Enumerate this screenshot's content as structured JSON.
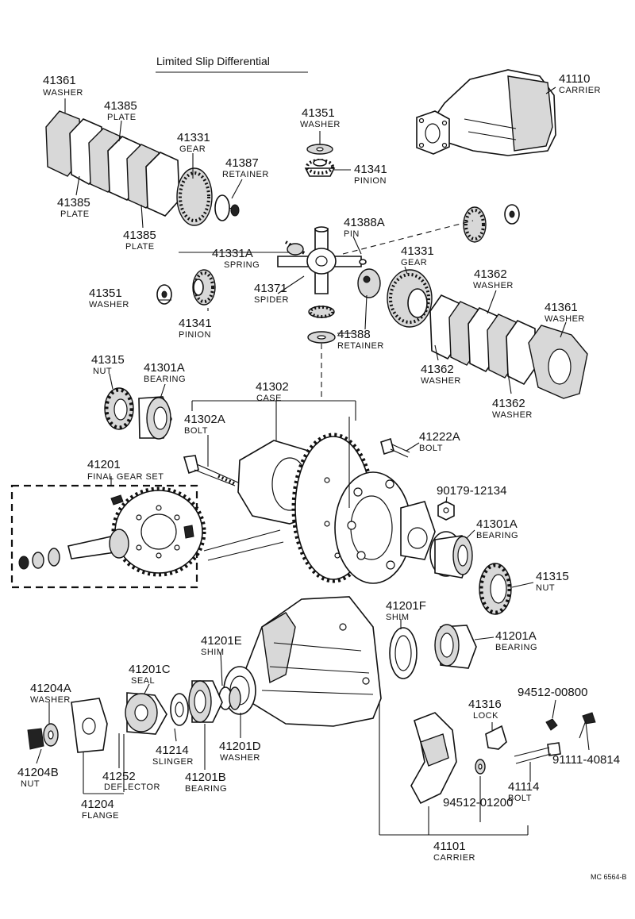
{
  "title": "Limited Slip Differential",
  "reference": "MC 6564-B",
  "callouts": [
    {
      "id": "c41361a",
      "number": "41361",
      "name": "WASHER"
    },
    {
      "id": "c41385a",
      "number": "41385",
      "name": "PLATE"
    },
    {
      "id": "c41331a",
      "number": "41331",
      "name": "GEAR"
    },
    {
      "id": "c41387",
      "number": "41387",
      "name": "RETAINER"
    },
    {
      "id": "c41385b",
      "number": "41385",
      "name": "PLATE"
    },
    {
      "id": "c41385c",
      "number": "41385",
      "name": "PLATE"
    },
    {
      "id": "c41351a",
      "number": "41351",
      "name": "WASHER"
    },
    {
      "id": "c41341a",
      "number": "41341",
      "name": "PINION"
    },
    {
      "id": "c41110",
      "number": "41110",
      "name": "CARRIER"
    },
    {
      "id": "c41388a",
      "number": "41388A",
      "name": "PIN"
    },
    {
      "id": "c41331A",
      "number": "41331A",
      "name": "SPRING"
    },
    {
      "id": "c41331b",
      "number": "41331",
      "name": "GEAR"
    },
    {
      "id": "c41362a",
      "number": "41362",
      "name": "WASHER"
    },
    {
      "id": "c41351b",
      "number": "41351",
      "name": "WASHER"
    },
    {
      "id": "c41371",
      "number": "41371",
      "name": "SPIDER"
    },
    {
      "id": "c41361b",
      "number": "41361",
      "name": "WASHER"
    },
    {
      "id": "c41341b",
      "number": "41341",
      "name": "PINION"
    },
    {
      "id": "c41388",
      "number": "41388",
      "name": "RETAINER"
    },
    {
      "id": "c41362b",
      "number": "41362",
      "name": "WASHER"
    },
    {
      "id": "c41362c",
      "number": "41362",
      "name": "WASHER"
    },
    {
      "id": "c41315a",
      "number": "41315",
      "name": "NUT"
    },
    {
      "id": "c41301Aa",
      "number": "41301A",
      "name": "BEARING"
    },
    {
      "id": "c41302",
      "number": "41302",
      "name": "CASE"
    },
    {
      "id": "c41302A",
      "number": "41302A",
      "name": "BOLT"
    },
    {
      "id": "c41222A",
      "number": "41222A",
      "name": "BOLT"
    },
    {
      "id": "c41201",
      "number": "41201",
      "name": "FINAL GEAR SET"
    },
    {
      "id": "c90179",
      "number": "90179-12134",
      "name": ""
    },
    {
      "id": "c41301Ab",
      "number": "41301A",
      "name": "BEARING"
    },
    {
      "id": "c41315b",
      "number": "41315",
      "name": "NUT"
    },
    {
      "id": "c41201F",
      "number": "41201F",
      "name": "SHIM"
    },
    {
      "id": "c41201E",
      "number": "41201E",
      "name": "SHIM"
    },
    {
      "id": "c41201A",
      "number": "41201A",
      "name": "BEARING"
    },
    {
      "id": "c41201C",
      "number": "41201C",
      "name": "SEAL"
    },
    {
      "id": "c41204A",
      "number": "41204A",
      "name": "WASHER"
    },
    {
      "id": "c94512a",
      "number": "94512-00800",
      "name": ""
    },
    {
      "id": "c41316",
      "number": "41316",
      "name": "LOCK"
    },
    {
      "id": "c41201D",
      "number": "41201D",
      "name": "WASHER"
    },
    {
      "id": "c41214",
      "number": "41214",
      "name": "SLINGER"
    },
    {
      "id": "c91111",
      "number": "91111-40814",
      "name": ""
    },
    {
      "id": "c41204B",
      "number": "41204B",
      "name": "NUT"
    },
    {
      "id": "c41252",
      "number": "41252",
      "name": "DEFLECTOR"
    },
    {
      "id": "c41201B",
      "number": "41201B",
      "name": "BEARING"
    },
    {
      "id": "c41114",
      "number": "41114",
      "name": "BOLT"
    },
    {
      "id": "c41204",
      "number": "41204",
      "name": "FLANGE"
    },
    {
      "id": "c94512b",
      "number": "94512-01200",
      "name": ""
    },
    {
      "id": "c41101",
      "number": "41101",
      "name": "CARRIER"
    }
  ]
}
